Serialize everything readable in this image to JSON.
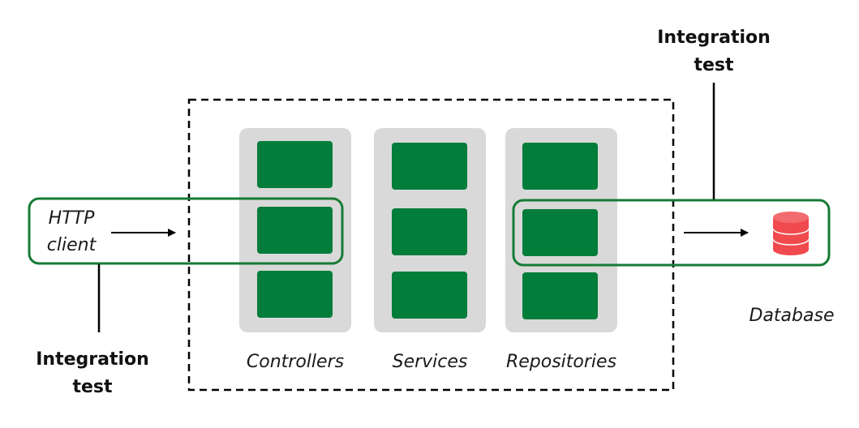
{
  "diagram": {
    "http_client": {
      "line1": "HTTP",
      "line2": "client"
    },
    "layers": [
      {
        "label": "Controllers"
      },
      {
        "label": "Services"
      },
      {
        "label": "Repositories"
      }
    ],
    "database": {
      "label": "Database"
    },
    "integration_test_left": {
      "line1": "Integration",
      "line2": "test"
    },
    "integration_test_right": {
      "line1": "Integration",
      "line2": "test"
    },
    "colors": {
      "component_green": "#027d3a",
      "outline_green": "#167b35",
      "column_gray": "#d9d9d9",
      "database_red": "#f04a4e"
    }
  }
}
